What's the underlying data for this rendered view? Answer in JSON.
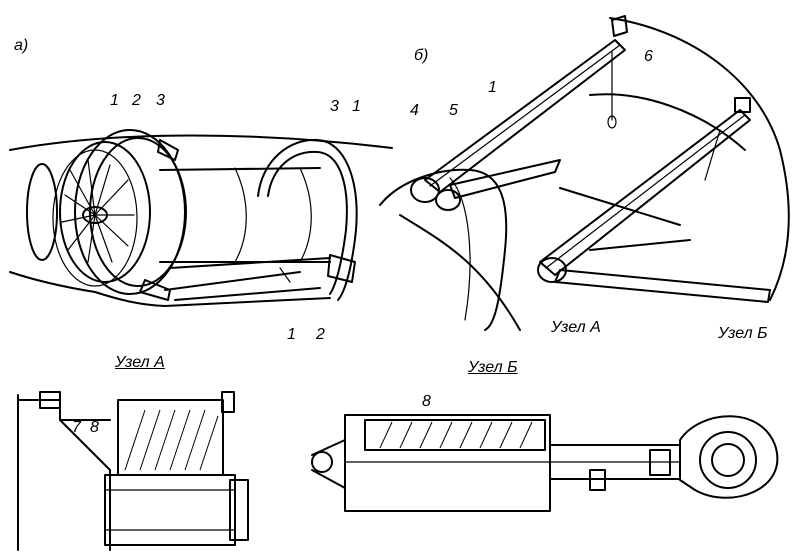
{
  "panels": {
    "a": {
      "label": "а)"
    },
    "b": {
      "label": "б)"
    }
  },
  "callouts": {
    "a_top_1": "1",
    "a_top_2": "2",
    "a_top_3": "3",
    "a_right_3": "3",
    "a_right_1": "1",
    "a_bottom_1": "1",
    "a_bottom_2": "2",
    "b_1": "1",
    "b_4": "4",
    "b_5": "5",
    "b_6": "6",
    "b_uzel_a": "Узел А",
    "b_uzel_b": "Узел Б"
  },
  "details": {
    "a": {
      "title": "Узел А",
      "label_7": "7",
      "label_8": "8"
    },
    "b": {
      "title": "Узел Б",
      "label_8": "8"
    }
  }
}
